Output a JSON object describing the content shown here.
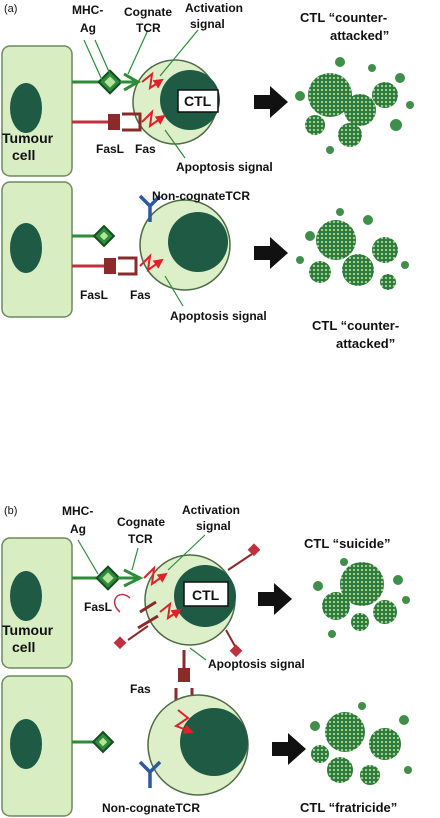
{
  "panels": [
    {
      "tag": "(a)",
      "top": {
        "mhc": [
          "MHC-",
          "Ag"
        ],
        "tcr": [
          "Cognate",
          "TCR"
        ],
        "activation": [
          "Activation",
          "signal"
        ],
        "ctl_label": "CTL",
        "tumour": [
          "Tumour",
          "cell"
        ],
        "fasl": "FasL",
        "fas": "Fas",
        "apoptosis": "Apoptosis signal",
        "outcome": [
          "CTL “counter-",
          "attacked”"
        ]
      },
      "bottom": {
        "tcr": "Non-cognateTCR",
        "fasl": "FasL",
        "fas": "Fas",
        "apoptosis": "Apoptosis signal",
        "outcome": [
          "CTL “counter-",
          "attacked”"
        ]
      }
    },
    {
      "tag": "(b)",
      "top": {
        "mhc": [
          "MHC-",
          "Ag"
        ],
        "tcr": [
          "Cognate",
          "TCR"
        ],
        "activation": [
          "Activation",
          "signal"
        ],
        "ctl_label": "CTL",
        "tumour": [
          "Tumour",
          "cell"
        ],
        "fasl": "FasL",
        "fas": "Fas",
        "apoptosis": "Apoptosis signal",
        "outcome": [
          "CTL “suicide”"
        ]
      },
      "bottom": {
        "tcr": "Non-cognateTCR",
        "outcome": [
          "CTL “fratricide”"
        ]
      }
    }
  ],
  "colors": {
    "tumour_fill": "#d9edc3",
    "tumour_stroke": "#6e8a5e",
    "nucleus": "#1f5a45",
    "ctl_fill": "#dcefc8",
    "mhc_green": "#2e8b3a",
    "fas_red": "#8b2a2a",
    "fasl_red": "#c03040",
    "tcr_blue": "#2a5aa0",
    "signal_red": "#e0202a",
    "dot_green": "#3f8f4a"
  }
}
